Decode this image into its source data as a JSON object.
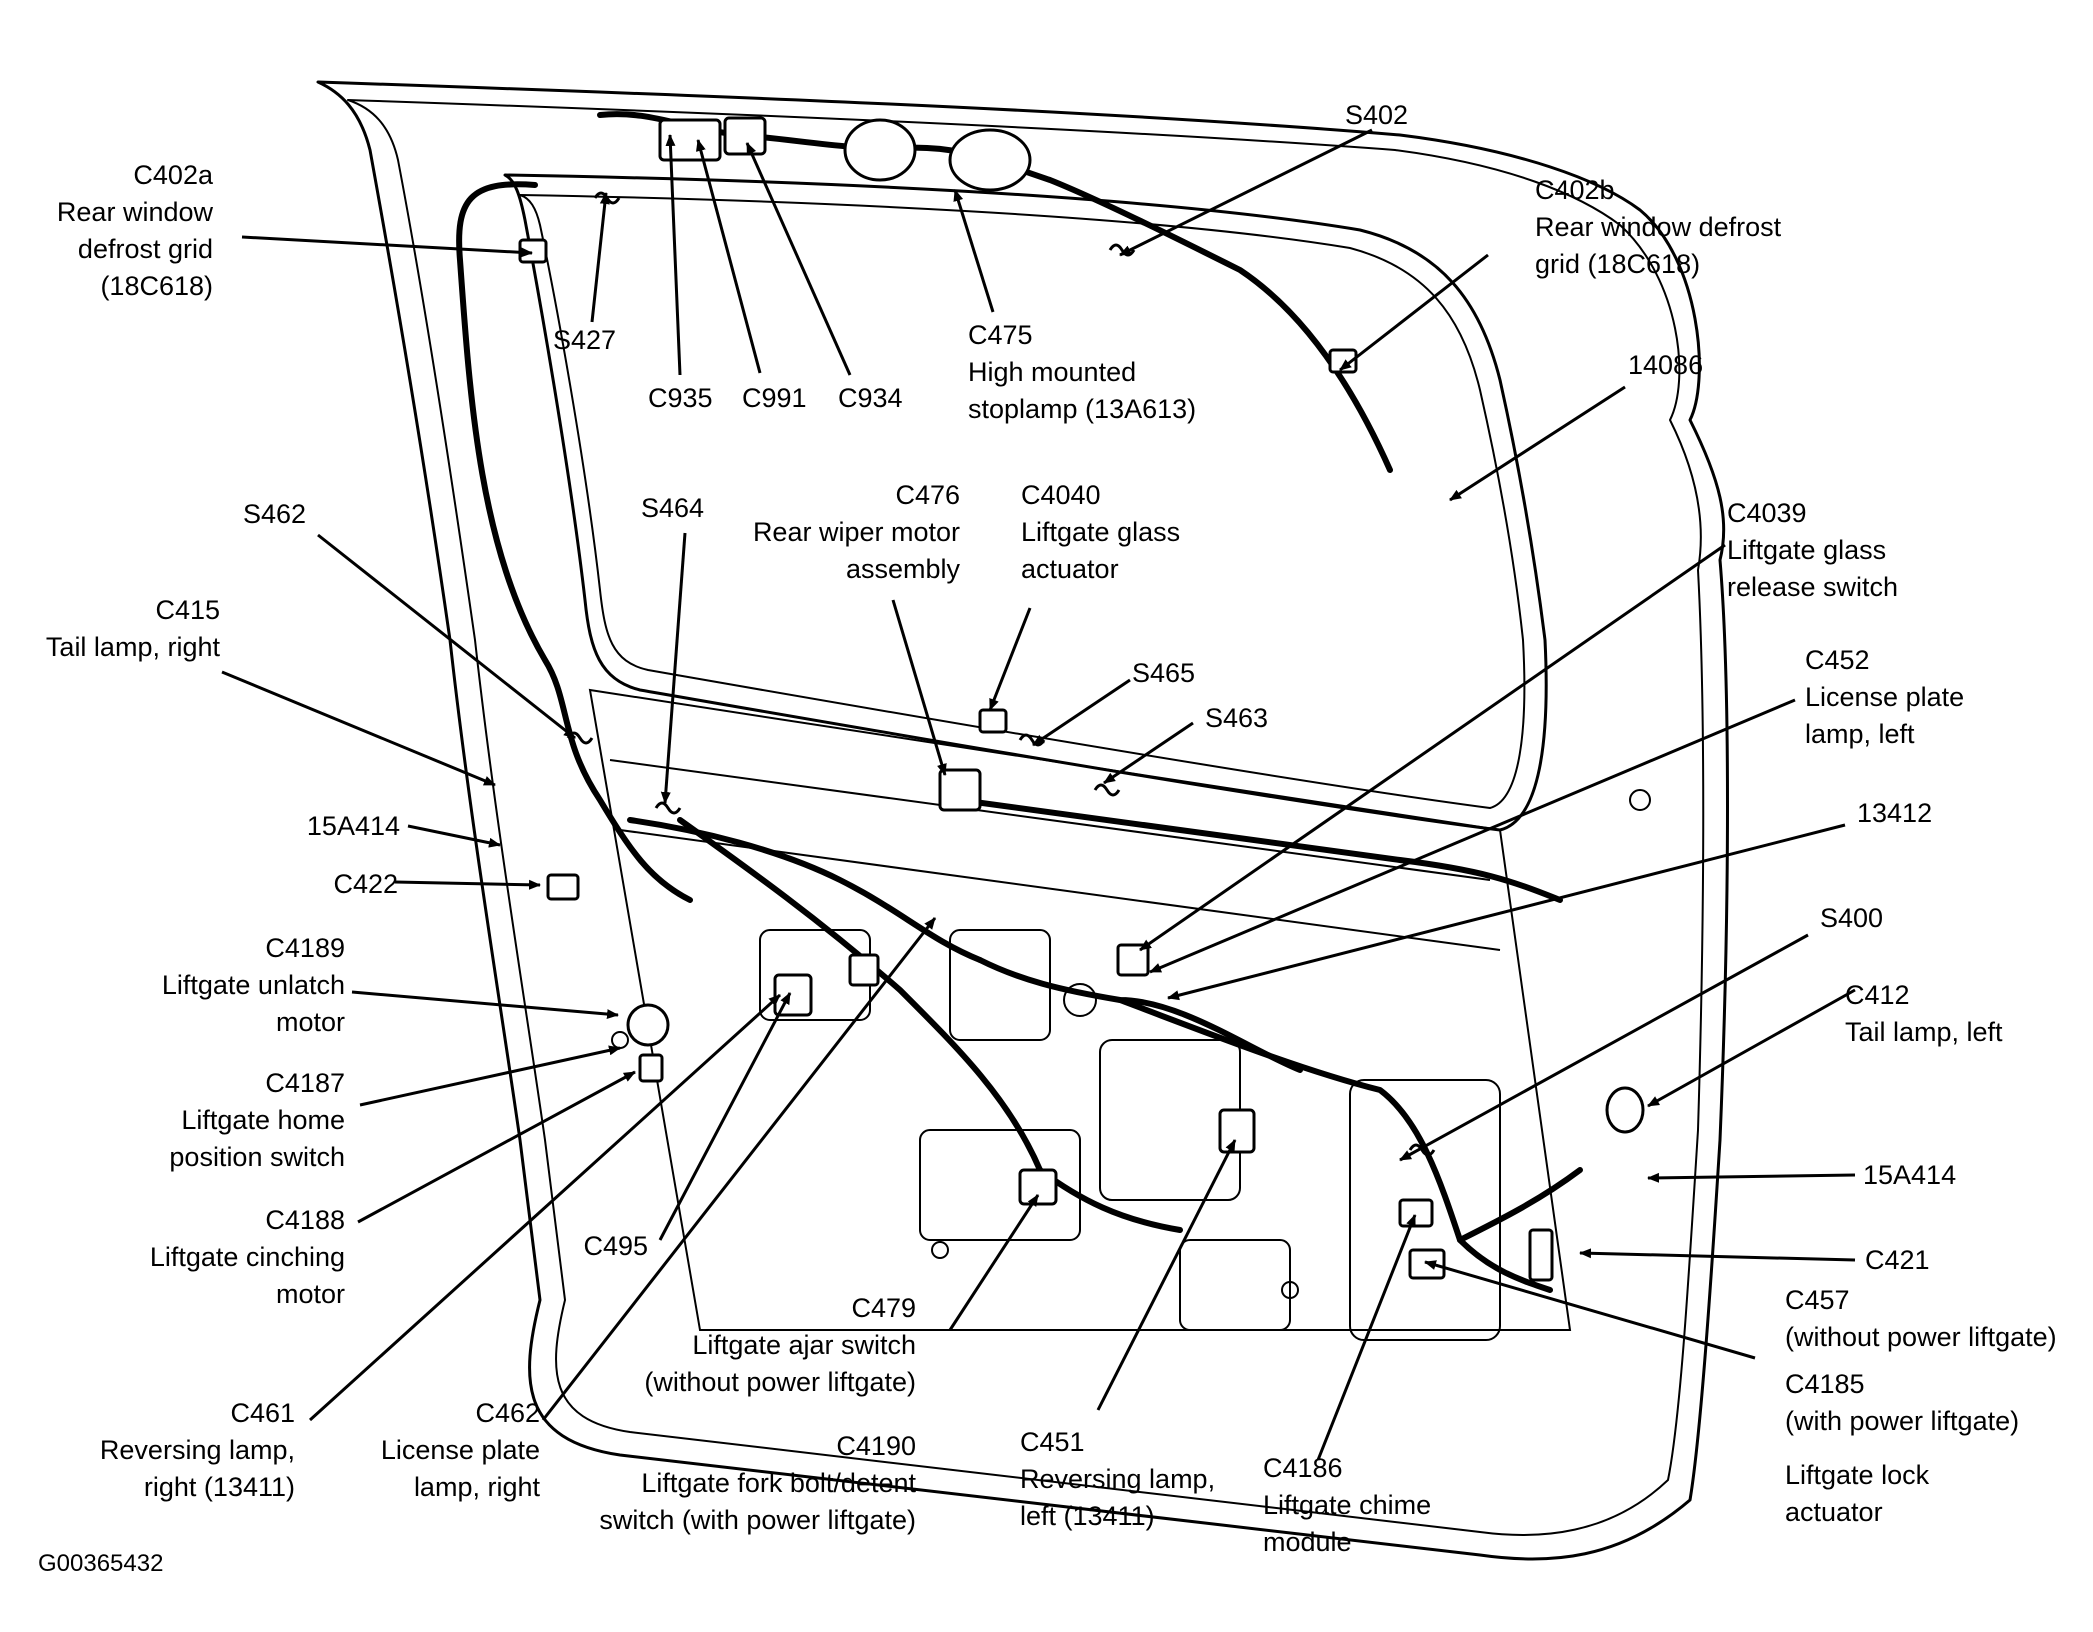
{
  "figure_id": "G00365432",
  "labels": {
    "c402a": {
      "code": "C402a",
      "desc": [
        "Rear window",
        "defrost grid",
        "(18C618)"
      ]
    },
    "s427": {
      "code": "S427"
    },
    "c935": {
      "code": "C935"
    },
    "c991": {
      "code": "C991"
    },
    "c934": {
      "code": "C934"
    },
    "c475": {
      "code": "C475",
      "desc": [
        "High mounted",
        "stoplamp (13A613)"
      ]
    },
    "s402": {
      "code": "S402"
    },
    "c402b": {
      "code": "C402b",
      "desc": [
        "Rear window defrost",
        "grid (18C618)"
      ]
    },
    "w14086": {
      "code": "14086"
    },
    "s462": {
      "code": "S462"
    },
    "s464": {
      "code": "S464"
    },
    "c476": {
      "code": "C476",
      "desc": [
        "Rear wiper motor",
        "assembly"
      ]
    },
    "c4040": {
      "code": "C4040",
      "desc": [
        "Liftgate glass",
        "actuator"
      ]
    },
    "c4039": {
      "code": "C4039",
      "desc": [
        "Liftgate glass",
        "release switch"
      ]
    },
    "c415": {
      "code": "C415",
      "desc": [
        "Tail lamp, right"
      ]
    },
    "s465": {
      "code": "S465"
    },
    "s463": {
      "code": "S463"
    },
    "c452": {
      "code": "C452",
      "desc": [
        "License plate",
        "lamp, left"
      ]
    },
    "w15a414_r": {
      "code": "15A414"
    },
    "c422": {
      "code": "C422"
    },
    "w13412": {
      "code": "13412"
    },
    "c4189": {
      "code": "C4189",
      "desc": [
        "Liftgate unlatch",
        "motor"
      ]
    },
    "s400": {
      "code": "S400"
    },
    "c412": {
      "code": "C412",
      "desc": [
        "Tail lamp, left"
      ]
    },
    "c4187": {
      "code": "C4187",
      "desc": [
        "Liftgate home",
        "position switch"
      ]
    },
    "w15a414_l": {
      "code": "15A414"
    },
    "c4188": {
      "code": "C4188",
      "desc": [
        "Liftgate cinching",
        "motor"
      ]
    },
    "c495": {
      "code": "C495"
    },
    "c421": {
      "code": "C421"
    },
    "c457": {
      "code": "C457",
      "desc": [
        "(without power liftgate)"
      ]
    },
    "c479": {
      "code": "C479",
      "desc": [
        "Liftgate ajar switch",
        "(without power liftgate)"
      ]
    },
    "c4185": {
      "code": "C4185",
      "desc": [
        "(with power liftgate)"
      ]
    },
    "c461": {
      "code": "C461",
      "desc": [
        "Reversing lamp,",
        "right (13411)"
      ]
    },
    "c462": {
      "code": "C462",
      "desc": [
        "License plate",
        "lamp, right"
      ]
    },
    "c4190": {
      "code": "C4190",
      "desc": [
        "Liftgate fork bolt/detent",
        "switch (with power liftgate)"
      ]
    },
    "c451": {
      "code": "C451",
      "desc": [
        "Reversing lamp,",
        "left (13411)"
      ]
    },
    "c4186": {
      "code": "C4186",
      "desc": [
        "Liftgate chime",
        "module"
      ]
    },
    "lock_actuator": {
      "desc": [
        "Liftgate lock",
        "actuator"
      ]
    }
  }
}
